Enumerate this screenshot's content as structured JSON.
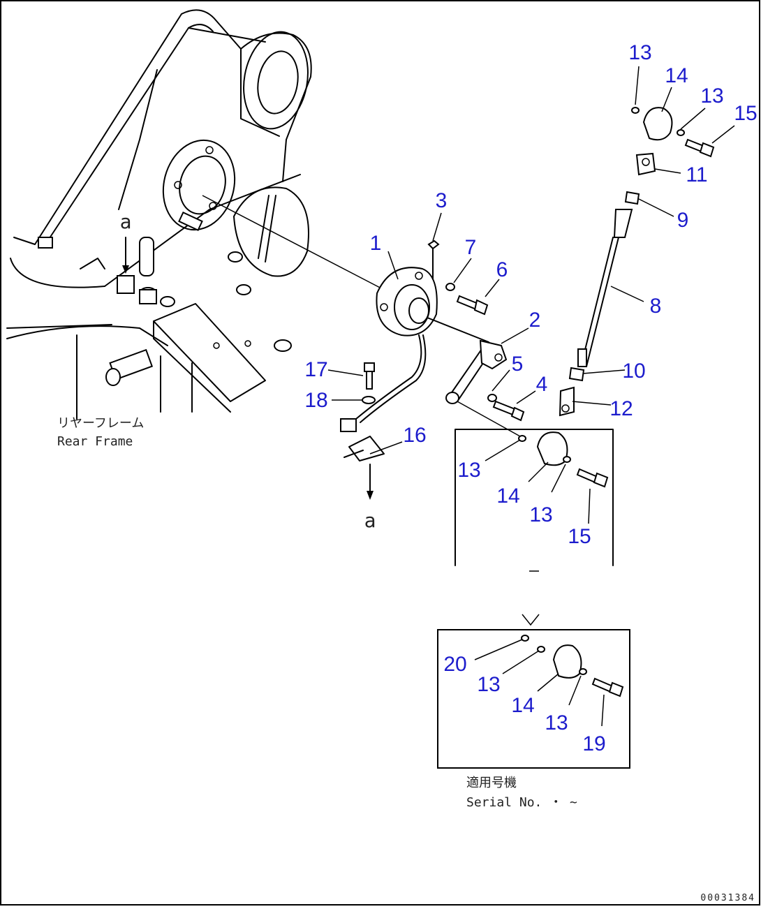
{
  "diagram": {
    "callouts": [
      {
        "id": "c1",
        "label": "1"
      },
      {
        "id": "c2",
        "label": "2"
      },
      {
        "id": "c3",
        "label": "3"
      },
      {
        "id": "c4",
        "label": "4"
      },
      {
        "id": "c5",
        "label": "5"
      },
      {
        "id": "c6",
        "label": "6"
      },
      {
        "id": "c7",
        "label": "7"
      },
      {
        "id": "c8",
        "label": "8"
      },
      {
        "id": "c9",
        "label": "9"
      },
      {
        "id": "c10",
        "label": "10"
      },
      {
        "id": "c11",
        "label": "11"
      },
      {
        "id": "c12",
        "label": "12"
      },
      {
        "id": "c13a",
        "label": "13"
      },
      {
        "id": "c14a",
        "label": "14"
      },
      {
        "id": "c13b",
        "label": "13"
      },
      {
        "id": "c15a",
        "label": "15"
      },
      {
        "id": "c16",
        "label": "16"
      },
      {
        "id": "c17",
        "label": "17"
      },
      {
        "id": "c18",
        "label": "18"
      },
      {
        "id": "c13c",
        "label": "13"
      },
      {
        "id": "c14b",
        "label": "14"
      },
      {
        "id": "c13d",
        "label": "13"
      },
      {
        "id": "c15b",
        "label": "15"
      },
      {
        "id": "c20",
        "label": "20"
      },
      {
        "id": "c13e",
        "label": "13"
      },
      {
        "id": "c14c",
        "label": "14"
      },
      {
        "id": "c13f",
        "label": "13"
      },
      {
        "id": "c19",
        "label": "19"
      }
    ],
    "ref_marker_top": "a",
    "ref_marker_bottom": "a",
    "rear_frame_jp": "リヤーフレーム",
    "rear_frame_en": "Rear Frame",
    "serial_jp": "適用号機",
    "serial_en": "Serial No.  ・ ~",
    "drawing_code": "00031384"
  }
}
